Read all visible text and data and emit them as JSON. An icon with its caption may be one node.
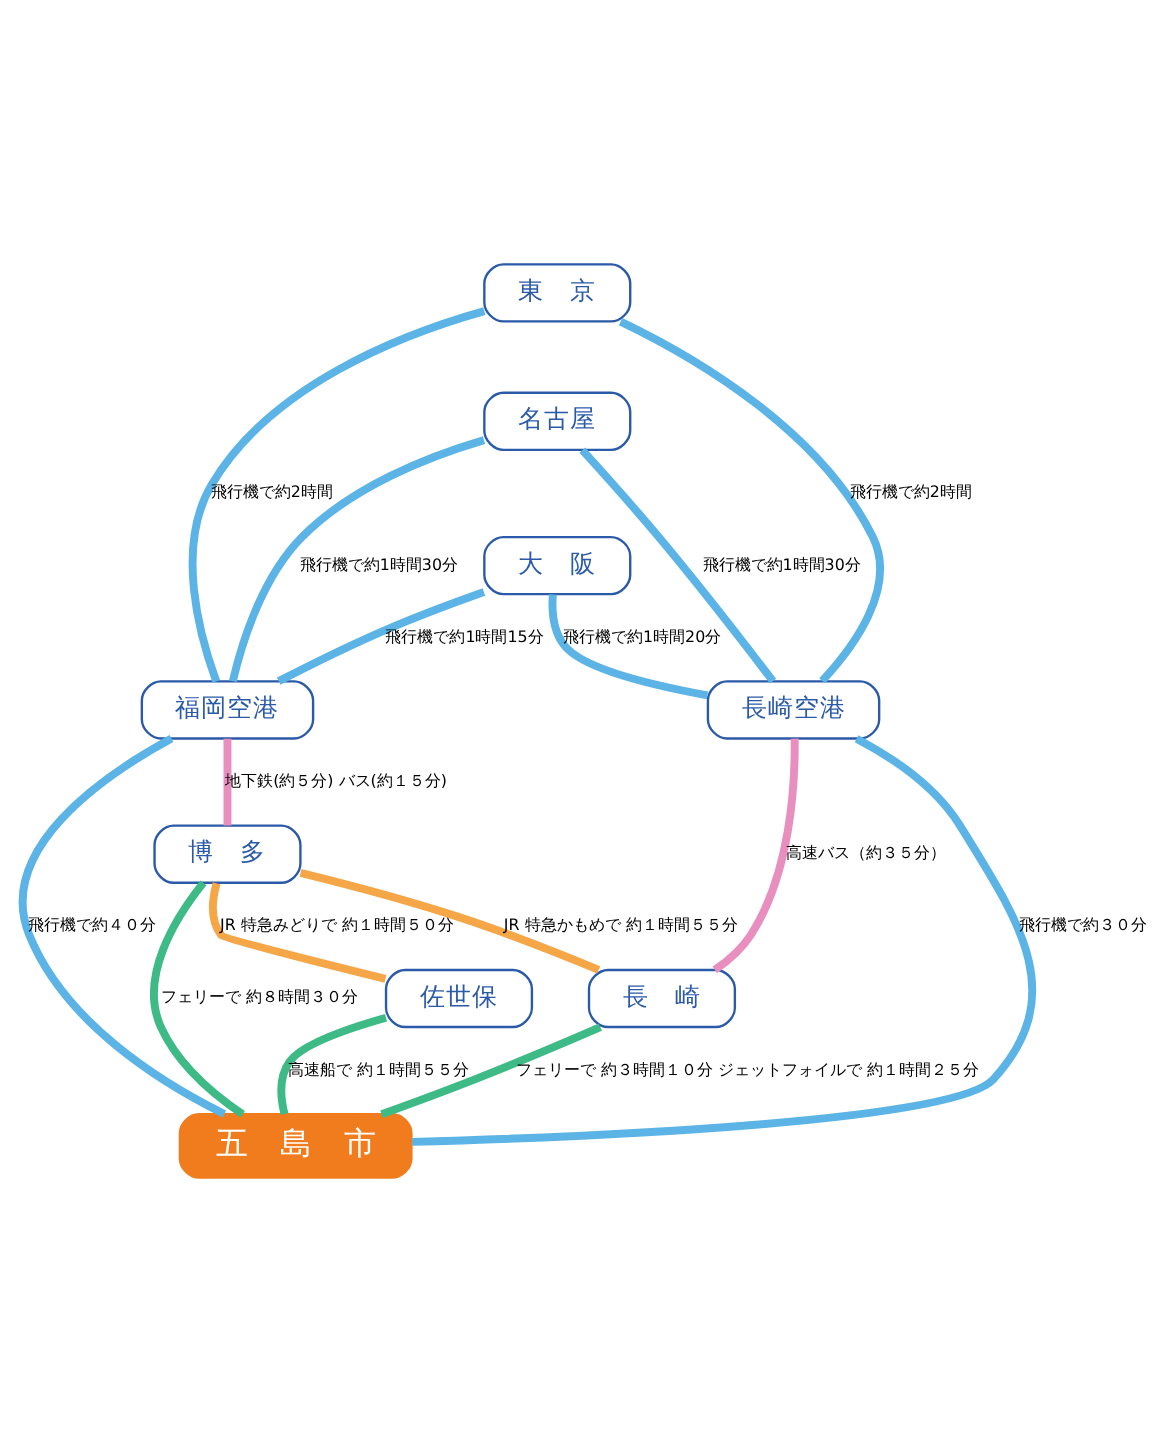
{
  "diagram": {
    "nodes": [
      {
        "text": [
          "東　京"
        ]
      },
      {
        "text": [
          "名古屋"
        ]
      },
      {
        "text": [
          "大　阪"
        ]
      },
      {
        "text": [
          "福岡空港"
        ]
      },
      {
        "text": [
          "博　多"
        ]
      },
      {
        "text": [
          "長崎空港"
        ]
      },
      {
        "text": [
          "佐世保"
        ]
      },
      {
        "text": [
          "長　崎"
        ]
      },
      {
        "text": [
          "五　島　市"
        ]
      }
    ],
    "edges": [
      {
        "from": 0,
        "to": 3,
        "arrow": "none",
        "label": "飛行機で約2時間"
      },
      {
        "from": 0,
        "to": 5,
        "arrow": "none",
        "label": "飛行機で約2時間"
      },
      {
        "from": 1,
        "to": 3,
        "arrow": "none",
        "label": "飛行機で約1時間30分"
      },
      {
        "from": 1,
        "to": 5,
        "arrow": "none",
        "label": "飛行機で約1時間30分"
      },
      {
        "from": 2,
        "to": 3,
        "arrow": "none",
        "label": "飛行機で約1時間15分"
      },
      {
        "from": 2,
        "to": 5,
        "arrow": "none",
        "label": "飛行機で約1時間20分"
      },
      {
        "from": 3,
        "to": 4,
        "arrow": "none",
        "label": "地下鉄(約５分) バス(約１５分)",
        "color": "#e98fbf"
      },
      {
        "from": 3,
        "to": 8,
        "arrow": "none",
        "label": "飛行機で約４０分"
      },
      {
        "from": 4,
        "to": 6,
        "arrow": "none",
        "label": "JR 特急みどりで 約１時間５０分",
        "color": "#f5a646"
      },
      {
        "from": 4,
        "to": 7,
        "arrow": "none",
        "label": "JR 特急かもめで 約１時間５５分",
        "color": "#f5a646"
      },
      {
        "from": 4,
        "to": 8,
        "arrow": "none",
        "label": "フェリーで 約８時間３０分",
        "color": "#3dba85"
      },
      {
        "from": 5,
        "to": 7,
        "arrow": "none",
        "label": "高速バス（約３５分）",
        "color": "#e98fbf"
      },
      {
        "from": 5,
        "to": 8,
        "arrow": "none",
        "label": "飛行機で約３０分"
      },
      {
        "from": 6,
        "to": 8,
        "arrow": "none",
        "label": "高速船で 約１時間５５分",
        "color": "#3dba85"
      },
      {
        "from": 7,
        "to": 8,
        "arrow": "none",
        "label": "フェリーで 約３時間１０分 ジェットフォイルで 約１時間２５分",
        "color": "#3dba85"
      }
    ]
  }
}
